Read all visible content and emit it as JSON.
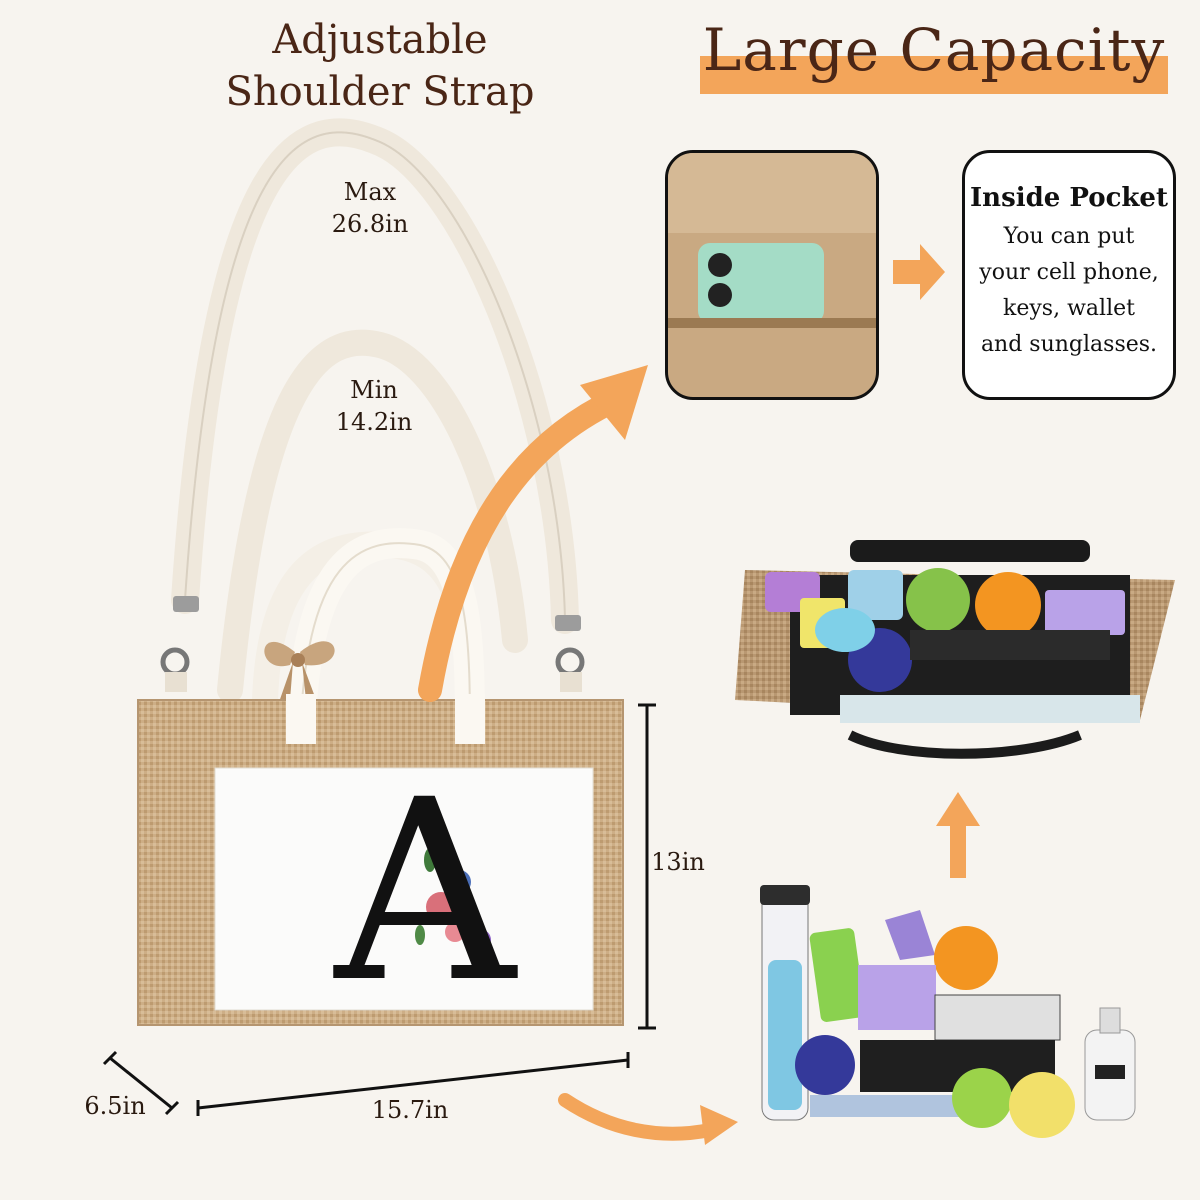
{
  "strap": {
    "title_line1": "Adjustable",
    "title_line2": "Shoulder Strap",
    "max_label": "Max",
    "max_value": "26.8in",
    "min_label": "Min",
    "min_value": "14.2in"
  },
  "capacity": {
    "title": "Large Capacity"
  },
  "pocket": {
    "title": "Inside Pocket",
    "line1": "You can put",
    "line2": "your cell phone,",
    "line3": "keys, wallet",
    "line4": "and sunglasses."
  },
  "dimensions": {
    "height": "13in",
    "width": "15.7in",
    "depth": "6.5in"
  },
  "bag": {
    "letter": "A"
  },
  "colors": {
    "background": "#f7f4ef",
    "accent_orange": "#f3a55a",
    "text_brown": "#4a2616",
    "jute": "#c9a982"
  }
}
